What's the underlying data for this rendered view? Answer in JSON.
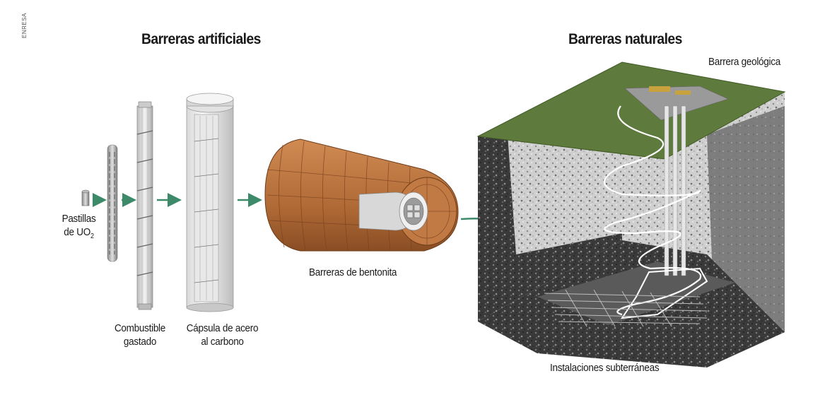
{
  "credit": "ENRESA",
  "headings": {
    "artificial": "Barreras artificiales",
    "natural": "Barreras naturales"
  },
  "labels": {
    "pellets_line1": "Pastillas",
    "pellets_line2": "de UO",
    "pellets_subscript": "2",
    "fuel_line1": "Combustible",
    "fuel_line2": "gastado",
    "capsule_line1": "Cápsula de acero",
    "capsule_line2": "al carbono",
    "bentonite": "Barreras de bentonita",
    "geologic": "Barrera geológica",
    "underground": "Instalaciones subterráneas"
  },
  "colors": {
    "arrow": "#3c8a6a",
    "grass": "#5e7a3c",
    "bentonite": "#b56e3a",
    "rock_light": "#d4d4d4",
    "rock_dark": "#3c3c3c"
  }
}
